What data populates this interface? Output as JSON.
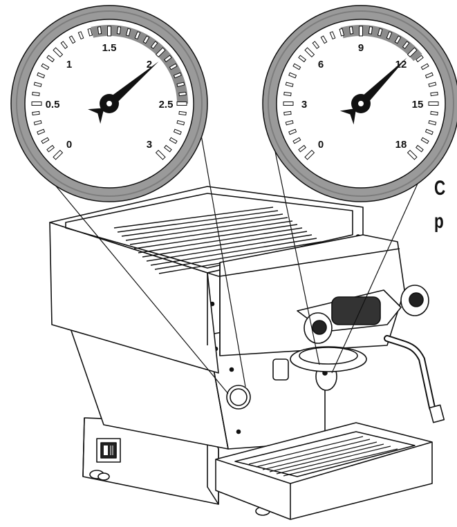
{
  "gauges": [
    {
      "id": "steam",
      "unit_type": "steam-boiler-pressure",
      "labels": [
        "0",
        "0.5",
        "1",
        "1.5",
        "2",
        "2.5",
        "3"
      ],
      "min": 0,
      "max": 3,
      "needle_value": 2.05,
      "highlight_range": [
        1.35,
        2.5
      ]
    },
    {
      "id": "brew",
      "unit_type": "brew-pump-pressure",
      "labels": [
        "0",
        "3",
        "6",
        "9",
        "12",
        "15",
        "18"
      ],
      "min": 0,
      "max": 18,
      "needle_value": 12.0,
      "highlight_range": [
        8.0,
        12.4
      ]
    }
  ],
  "edge_text": {
    "line1": "C",
    "line2": "p"
  },
  "colors": {
    "stroke": "#111111",
    "bezel": "#9a9a9a",
    "bezel_dark": "#7d7d7d",
    "highlight": "#8c8c8c",
    "needle": "#111111"
  }
}
